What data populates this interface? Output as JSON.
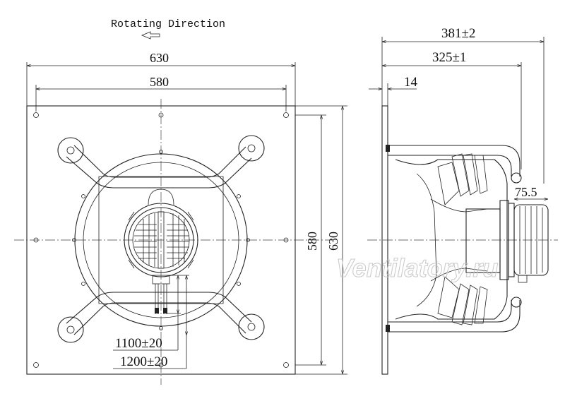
{
  "header": {
    "rotation_label": "Rotating Direction",
    "rotation_arrow_icon": "arrow-left-icon"
  },
  "front_view": {
    "dim_total_width": "630",
    "dim_hole_spacing_width": "580",
    "dim_hole_spacing_height": "580",
    "dim_total_height": "630",
    "cable_length_1": "1100±20",
    "cable_length_2": "1200±20"
  },
  "side_view": {
    "dim_total_depth": "381±2",
    "dim_body_depth": "325±1",
    "dim_plate_thickness": "14",
    "dim_motor_depth": "75.5"
  },
  "watermark": "Ventilatory.ru"
}
